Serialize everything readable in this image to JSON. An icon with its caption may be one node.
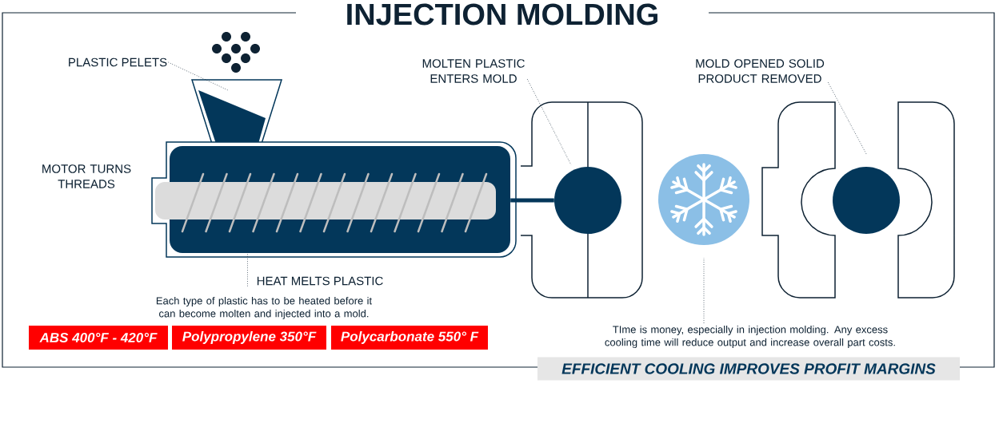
{
  "diagram": {
    "title": "INJECTION MOLDING",
    "nodes": [
      {
        "text": [
          "PLASTIC PELETS"
        ]
      },
      {
        "text": [],
        "shape": "picture"
      },
      {
        "text": [
          "MOLTEN PLASTIC ENTERS MOLD"
        ]
      },
      {
        "text": [
          "MOLD OPENED SOLID PRODUCT REMOVED"
        ]
      },
      {
        "text": [],
        "shape": "box"
      },
      {
        "text": [],
        "shape": "circle"
      },
      {
        "text": [],
        "shape": "circle"
      },
      {
        "text": [],
        "shape": "circle"
      },
      {
        "text": [
          "HEAT MELTS PLASTIC"
        ]
      },
      {
        "text": [
          "TIme is money, especially in injection molding. Any excess cooling time will reduce output and increase overall part costs."
        ]
      },
      {
        "text": [
          "ABS 400°F - 420°F"
        ]
      },
      {
        "text": [
          "Polypropylene 350°F"
        ]
      },
      {
        "text": [
          "Polycarbonate 550° F"
        ]
      },
      {
        "text": [
          "EFFICIENT COOLING IMPROVES  PROFIT MARGINS"
        ]
      }
    ],
    "edges": [
      {
        "from": 0,
        "to": 1,
        "arrow": "none",
        "style": "dashed"
      },
      {
        "from": 2,
        "to": 5,
        "arrow": "none",
        "style": "dashed"
      },
      {
        "from": 3,
        "to": 7,
        "arrow": "none",
        "style": "dashed"
      },
      {
        "from": 8,
        "to": 4,
        "arrow": "none",
        "style": "dashed"
      },
      {
        "from": 9,
        "to": 6,
        "arrow": "none",
        "style": "dashed"
      },
      {
        "from": 4,
        "to": 5,
        "arrow": "none",
        "style": "thick",
        "color": "#03375a"
      }
    ],
    "labels": [
      "MOTOR TURNS THREADS",
      "Each type of plastic has to be heated before it can become molten and injected into a mold."
    ]
  }
}
